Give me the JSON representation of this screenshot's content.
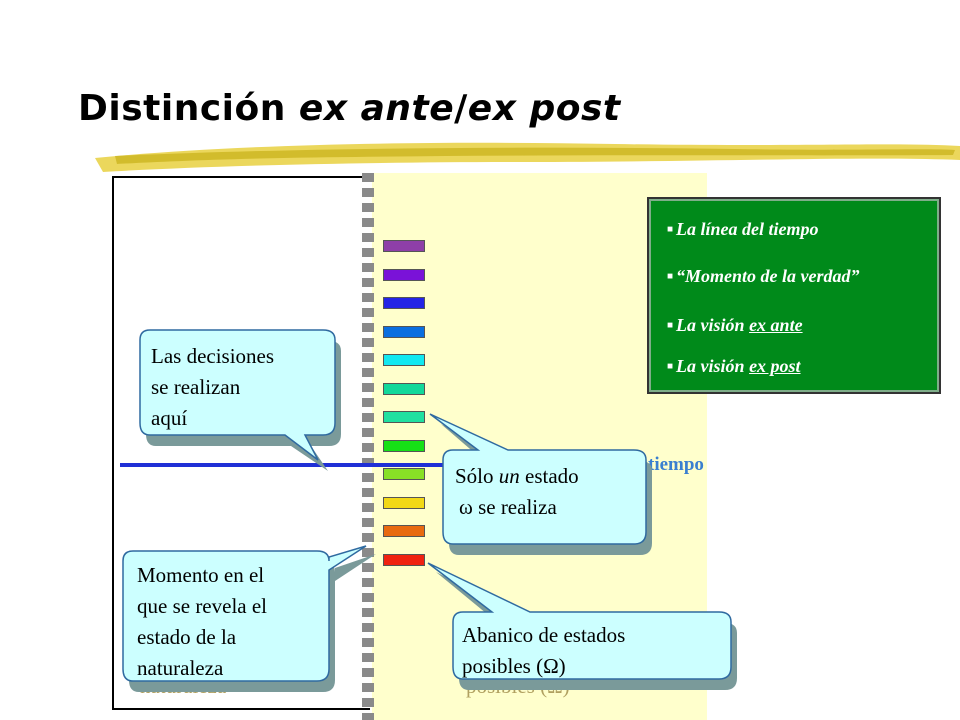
{
  "title": {
    "main": "Distinción ",
    "italic1": "ex ante",
    "slash": "/",
    "italic2": "ex post"
  },
  "timeline_label": "tiempo",
  "green_box": {
    "item1": "La línea del tiempo",
    "item2": "“Momento de la verdad”",
    "item3_prefix": "La visión ",
    "item3_link": "ex ante",
    "item4_prefix": "La visión ",
    "item4_link": "ex post",
    "bullet": "■"
  },
  "callouts": {
    "decisiones": [
      "Las decisiones",
      "se realizan",
      "aquí"
    ],
    "estado_prefix": "Sólo ",
    "estado_italic": "un",
    "estado_suffix": " estado",
    "estado_line2": "ω se realiza",
    "momento": [
      "Momento en el",
      "que se revela el",
      "estado de la",
      "naturaleza"
    ],
    "abanico_line1": "Abanico de estados",
    "abanico_line2": "posibles (Ω)"
  },
  "ghost_text": {
    "left": "naturaleza",
    "right": "posibles (Ω)"
  },
  "states": [
    "#8e3fa8",
    "#7a12d8",
    "#2424e6",
    "#0a6fe0",
    "#12e8f0",
    "#12d89a",
    "#20e0a0",
    "#16e016",
    "#88e026",
    "#f2d816",
    "#e86a10",
    "#f02210"
  ]
}
